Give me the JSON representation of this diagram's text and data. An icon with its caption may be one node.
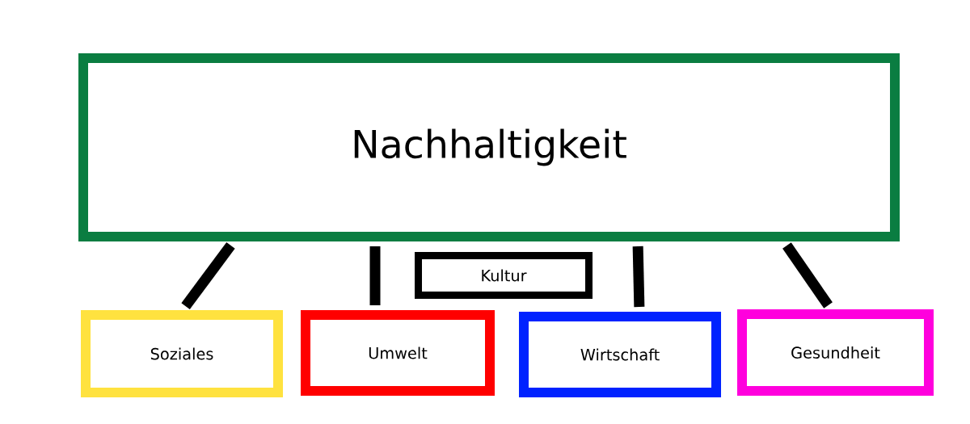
{
  "diagram": {
    "nodes": [
      {
        "text": [
          "Nachhaltigkeit"
        ]
      },
      {
        "text": [
          "Kultur"
        ]
      },
      {
        "text": [
          "Soziales"
        ]
      },
      {
        "text": [
          "Umwelt"
        ]
      },
      {
        "text": [
          "Wirtschaft"
        ]
      },
      {
        "text": [
          "Gesundheit"
        ]
      }
    ],
    "edges": [
      {
        "from": 0,
        "to": 2,
        "arrow": "none"
      },
      {
        "from": 0,
        "to": 3,
        "arrow": "none"
      },
      {
        "from": 0,
        "to": 4,
        "arrow": "none"
      },
      {
        "from": 0,
        "to": 5,
        "arrow": "none"
      }
    ]
  }
}
